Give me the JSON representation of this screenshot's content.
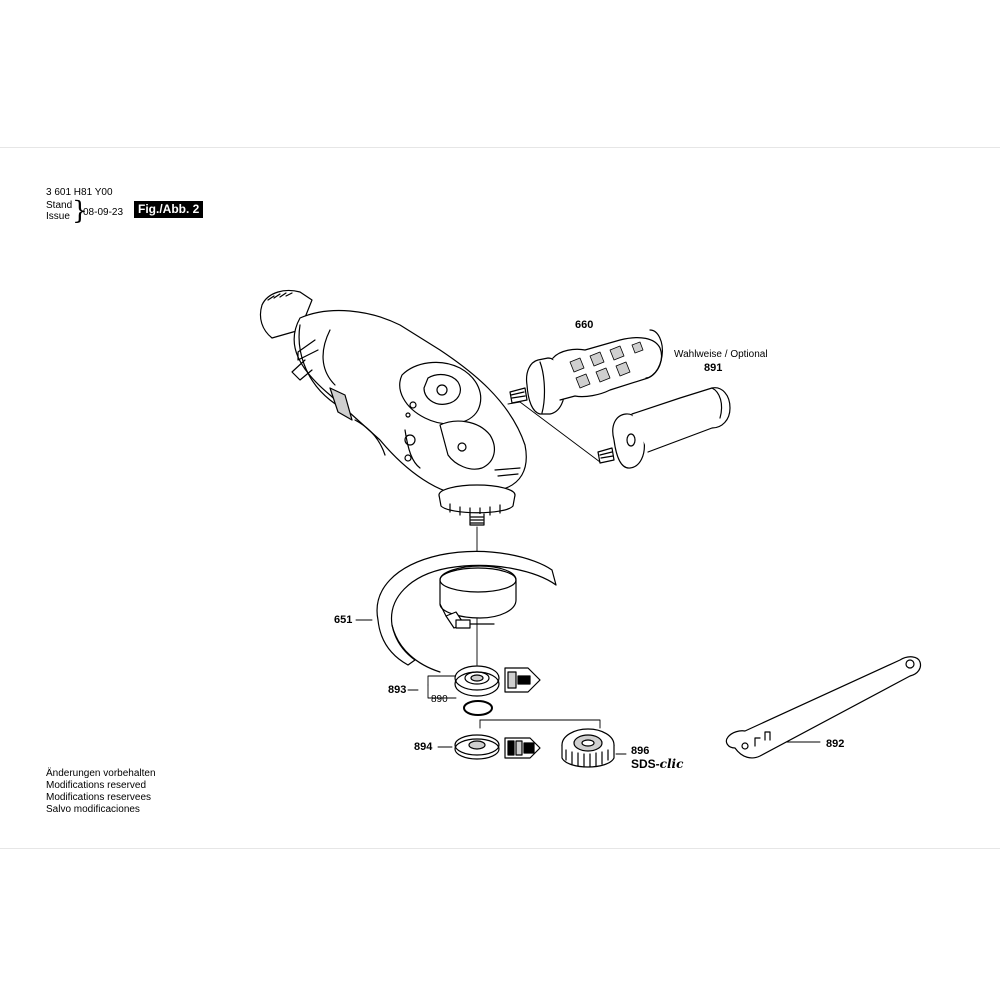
{
  "header": {
    "part_number": "3 601 H81 Y00",
    "stand": "Stand",
    "issue": "Issue",
    "date": "08-09-23",
    "figure": "Fig./Abb. 2"
  },
  "optional_note": "Wahlweise / Optional",
  "parts": {
    "p660": "660",
    "p891": "891",
    "p651": "651",
    "p893": "893",
    "p890": "890",
    "p894": "894",
    "p896": "896",
    "p892": "892"
  },
  "sds": {
    "prefix": "SDS-",
    "suffix": "clic"
  },
  "footer": {
    "de": "Änderungen vorbehalten",
    "en": "Modifications reserved",
    "fr": "Modifications reservees",
    "es": "Salvo modificaciones"
  },
  "colors": {
    "ink": "#000000",
    "shade": "#cfcfcf",
    "rule": "#e6e6e6"
  }
}
